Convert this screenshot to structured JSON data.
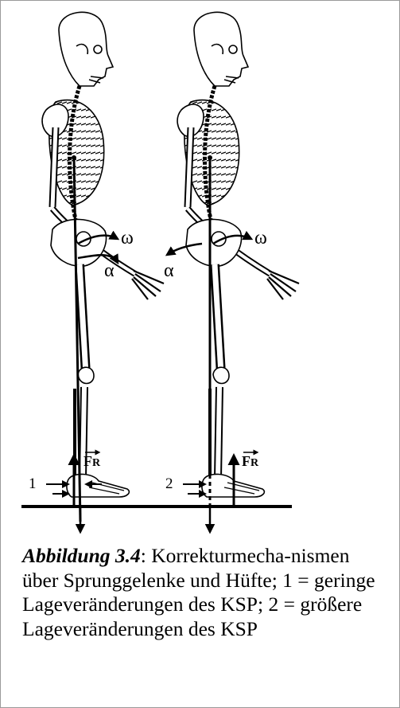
{
  "figure": {
    "left": {
      "number": "1",
      "force": "F",
      "force_sub": "R",
      "omega": "ω",
      "alpha": "α"
    },
    "right": {
      "number": "2",
      "force": "F",
      "force_sub": "R",
      "omega": "ω",
      "alpha": "α"
    }
  },
  "caption": {
    "label": "Abbildung 3.4",
    "text": ":  Korrekturmecha-nismen über Sprunggelenke und Hüfte; 1 = geringe Lageveränderungen des KSP; 2 = größere Lageveränderungen des KSP"
  }
}
